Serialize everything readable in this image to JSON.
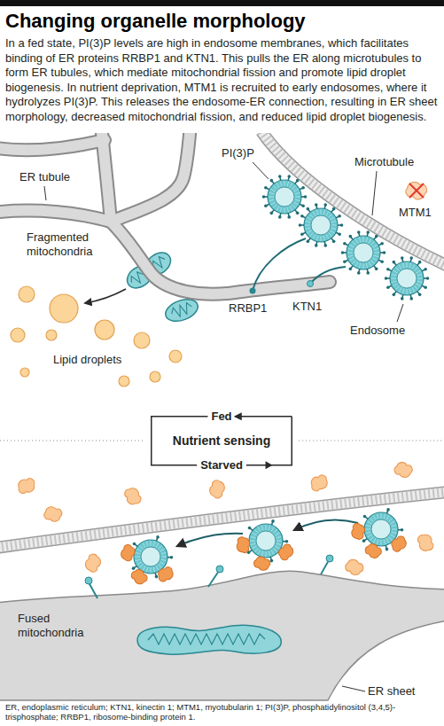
{
  "diagram": {
    "title": "Changing organelle morphology",
    "caption": "In a fed state, PI(3)P levels are high in endosome membranes, which facilitates binding of ER proteins RRBP1 and KTN1. This pulls the ER along microtubules to form ER tubules, which mediate mitochondrial fission and promote lipid droplet biogenesis. In nutrient deprivation, MTM1 is recruited to early endosomes, where it hydrolyzes PI(3)P. This releases the endosome-ER connection, resulting in ER sheet morphology, decreased mitochondrial fission, and reduced lipid droplet biogenesis.",
    "nodes": [
      {
        "text": [
          "Nutrient sensing"
        ]
      }
    ],
    "labels": [
      "ER tubule",
      "PI(3)P",
      "Microtubule",
      "Fragmented mitochondria",
      "MTM1",
      "RRBP1",
      "KTN1",
      "Lipid droplets",
      "Endosome",
      "Fed",
      "Starved",
      "Fused mitochondria",
      "ER sheet",
      "ER, endoplasmic reticulum; KTN1, kinectin 1; MTM1, myotubularin 1; PI(3)P, phosphatidylinositol (3,4,5)-trisphosphate; RRBP1, ribosome-binding protein 1."
    ]
  }
}
